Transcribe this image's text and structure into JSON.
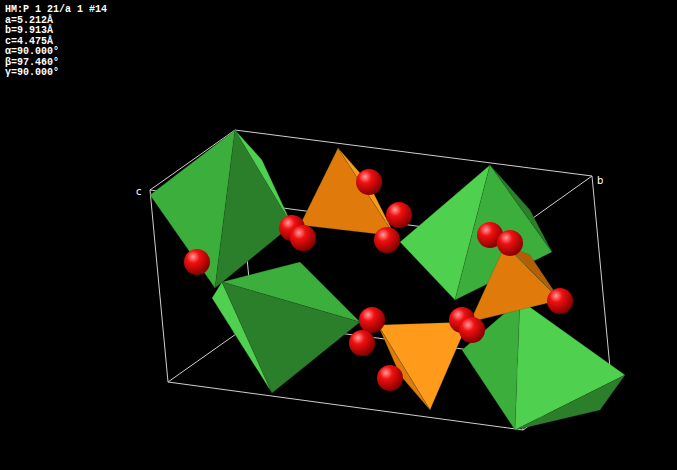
{
  "diagram": {
    "labels": [
      "HM:P 1 21/a 1 #14",
      "a=5.212Å",
      "b=9.913Å",
      "c=4.475Å",
      "α=90.000°",
      "β=97.460°",
      "γ=90.000°",
      "c",
      "b"
    ]
  }
}
